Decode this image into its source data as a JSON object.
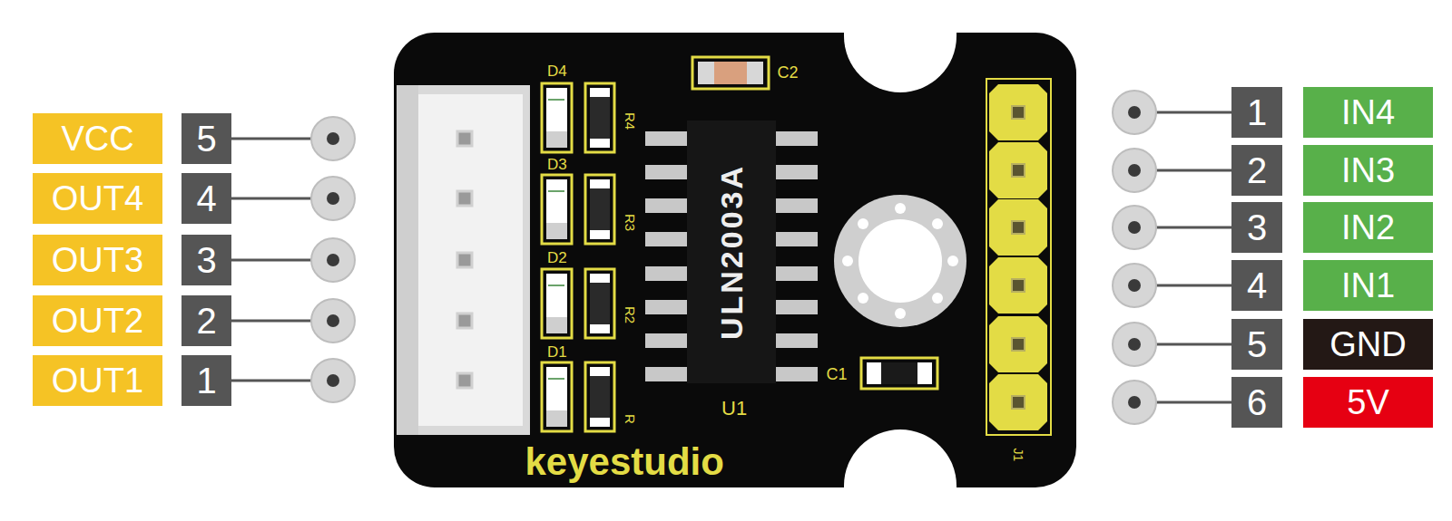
{
  "diagram": {
    "nodes": [
      {
        "text": [
          "VCC"
        ]
      },
      {
        "text": [
          "5"
        ]
      },
      {
        "text": [
          "OUT4"
        ]
      },
      {
        "text": [
          "4"
        ]
      },
      {
        "text": [
          "OUT3"
        ]
      },
      {
        "text": [
          "3"
        ]
      },
      {
        "text": [
          "OUT2"
        ]
      },
      {
        "text": [
          "2"
        ]
      },
      {
        "text": [
          "OUT1"
        ]
      },
      {
        "text": [
          "1"
        ]
      },
      {
        "text": [
          "ULN2003A"
        ]
      },
      {
        "text": [
          "1"
        ]
      },
      {
        "text": [
          "IN4"
        ]
      },
      {
        "text": [
          "2"
        ]
      },
      {
        "text": [
          "IN3"
        ]
      },
      {
        "text": [
          "3"
        ]
      },
      {
        "text": [
          "IN2"
        ]
      },
      {
        "text": [
          "4"
        ]
      },
      {
        "text": [
          "IN1"
        ]
      },
      {
        "text": [
          "5"
        ]
      },
      {
        "text": [
          "GND"
        ]
      },
      {
        "text": [
          "6"
        ]
      },
      {
        "text": [
          "5V"
        ]
      }
    ],
    "labels": [
      "D4",
      "R4",
      "D3",
      "R3",
      "D2",
      "R2",
      "D1",
      "R",
      "C2",
      "C1",
      "U1",
      "J1",
      "keyestudio"
    ]
  }
}
